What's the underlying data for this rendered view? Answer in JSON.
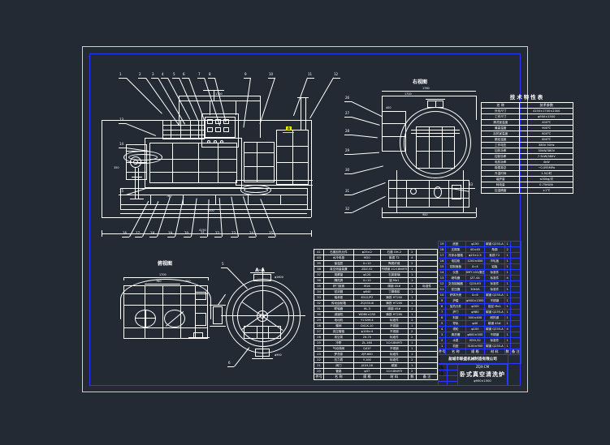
{
  "sheet": {
    "bg_color": "#232a33",
    "outer_border_color": "#e8e800",
    "inner_border_color": "#2b36ff",
    "line_color": "#ffffff"
  },
  "views": {
    "front": {
      "label": "",
      "dims": [
        "4150",
        "1700",
        "1100",
        "780",
        "700",
        "660",
        "350",
        "1500",
        "2100"
      ]
    },
    "right": {
      "label": "右视图",
      "dims": [
        "1700",
        "1760",
        "400",
        "900"
      ]
    },
    "top": {
      "label": "俯视图",
      "dims": [
        "1700",
        "760",
        "700"
      ]
    },
    "section": {
      "label": "A-A",
      "dims": [
        "φ1600",
        "φ900"
      ]
    }
  },
  "spec_table": {
    "title": "技术特性表",
    "headers": [
      "名  称",
      "技术参数"
    ],
    "rows": [
      [
        "外形尺寸",
        "4150×1700×2300"
      ],
      [
        "工作尺寸",
        "φ900×1500"
      ],
      [
        "清洗室温度",
        "400℃"
      ],
      [
        "最高温度",
        "900℃"
      ],
      [
        "加热室温度",
        "800℃"
      ],
      [
        "额定温度",
        "800℃"
      ],
      [
        "工作电压",
        "380V 50Hz"
      ],
      [
        "加热功率",
        "30kW/380V"
      ],
      [
        "控制功率",
        "7.5kW/380V"
      ],
      [
        "电机功率",
        "4kW"
      ],
      [
        "极限真空",
        "−0.095MPa"
      ],
      [
        "升温时间",
        "1.5小时"
      ],
      [
        "装炉量",
        "≤30kg/次"
      ],
      [
        "耗电量",
        "0.75kW/h"
      ],
      [
        "控温精度",
        "±1℃"
      ]
    ]
  },
  "bom": {
    "headers": [
      "件号",
      "名    称",
      "规    格",
      "材  料",
      "数",
      "备 注"
    ],
    "left_rows": [
      [
        "41",
        "石墨加热元件",
        "φ25×2",
        "石墨 GH-2",
        "2",
        ""
      ],
      [
        "40",
        "水冷电极",
        "M20",
        "紫铜 T2",
        "4",
        ""
      ],
      [
        "39",
        "保温层",
        "δ=10",
        "陶瓷纤维",
        "2",
        ""
      ],
      [
        "38",
        "真空测量装置",
        "ZDZ-52",
        "不锈钢 1Cr18Ni9Ti",
        "1",
        ""
      ],
      [
        "37",
        "观察窗",
        "φ120",
        "石英玻璃",
        "1",
        ""
      ],
      [
        "36",
        "隔热屏",
        "δ=10",
        "钼 Mo1",
        "1",
        ""
      ],
      [
        "35",
        "炉门锁紧",
        "M16",
        "碳钢 45#",
        "1",
        "标准件"
      ],
      [
        "34",
        "密封圈",
        "φ640",
        "丁腈橡胶",
        "1",
        ""
      ],
      [
        "33",
        "轴承座",
        "6312/P2",
        "铸铁 HT200",
        "1",
        ""
      ],
      [
        "32",
        "传动齿轮箱",
        "ZQ350-Ⅲ",
        "铸铁 HT200",
        "1",
        ""
      ],
      [
        "31",
        "联轴器",
        "HL-3",
        "碳钢 45#",
        "1",
        ""
      ],
      [
        "30",
        "减速机",
        "WD80×250",
        "铸铁 HT200",
        "1",
        ""
      ],
      [
        "29",
        "电动机",
        "Y132M-4",
        "标准件",
        "2",
        ""
      ],
      [
        "28",
        "蝶阀",
        "D41X-10",
        "不锈钢",
        "1",
        ""
      ],
      [
        "27",
        "真空管路",
        "φ108×4",
        "不锈钢",
        "2",
        ""
      ],
      [
        "26",
        "真空泵",
        "2X-70",
        "标准件",
        "2",
        ""
      ],
      [
        "25",
        "冷阱",
        "ZL-160",
        "1Cr18Ni9Ti",
        "1",
        ""
      ],
      [
        "24",
        "气动球阀",
        "Q41F",
        "不锈钢",
        "1",
        ""
      ],
      [
        "23",
        "罗茨泵",
        "ZJP-600",
        "标准件",
        "1",
        ""
      ],
      [
        "22",
        "压力表",
        "Y-100",
        "标准件",
        "2",
        ""
      ],
      [
        "21",
        "阀门",
        "J41H-16",
        "碳钢",
        "1",
        ""
      ],
      [
        "20",
        "管路",
        "φ57",
        "1Cr18Ni9Ti",
        "2",
        ""
      ]
    ],
    "right_rows": [
      [
        "19",
        "底座",
        "φ150",
        "碳钢 Q235-A",
        "1",
        ""
      ],
      [
        "18",
        "支撑架",
        "40×40",
        "角钢",
        "2",
        ""
      ],
      [
        "17",
        "冷却水管路",
        "φ25×2.5",
        "紫铜 T2",
        "1",
        ""
      ],
      [
        "16",
        "电控柜",
        "1200×800",
        "冷轧板",
        "1",
        ""
      ],
      [
        "15",
        "控制面板",
        "δ=4",
        "铝板",
        "1",
        ""
      ],
      [
        "14",
        "仪表",
        "XMT-102/数显",
        "标准件",
        "1",
        ""
      ],
      [
        "13",
        "继电器",
        "JZ7-44",
        "标准件",
        "4",
        ""
      ],
      [
        "12",
        "交流接触器",
        "CJ20-63",
        "标准件",
        "1",
        ""
      ],
      [
        "11",
        "变压器",
        "30kVA",
        "标准件",
        "1",
        ""
      ],
      [
        "10",
        "炉体外壳",
        "δ=6",
        "碳钢 Q235-A",
        "1",
        ""
      ],
      [
        "9",
        "炉膛",
        "φ900×1500",
        "不锈钢",
        "1",
        ""
      ],
      [
        "8",
        "加热元件",
        "φ200",
        "钼丝 Mo1",
        "1",
        ""
      ],
      [
        "7",
        "炉门",
        "φ980",
        "碳钢 Q235-A",
        "1",
        ""
      ],
      [
        "6",
        "料架",
        "500×400",
        "耐热钢",
        "1",
        ""
      ],
      [
        "5",
        "导轨",
        "φ40",
        "碳钢 45#",
        "1",
        ""
      ],
      [
        "4",
        "滚轮",
        "φ100",
        "碳钢 Q235-A",
        "4",
        ""
      ],
      [
        "3",
        "清洗槽",
        "φ800×500",
        "不锈钢",
        "1",
        ""
      ],
      [
        "2",
        "水泵",
        "IS50-32",
        "标准件",
        "1",
        ""
      ],
      [
        "1",
        "机座",
        "3100×900",
        "碳钢 Q235-A",
        "1",
        ""
      ]
    ]
  },
  "title_block": {
    "company": "盐城市联盛机械制造有限公司",
    "drawing_code": "ZQX-CM",
    "drawing_name": "卧式真空清洗炉",
    "drawing_spec": "φ900×1500",
    "rows": [
      [
        "设计",
        ""
      ],
      [
        "审核",
        ""
      ],
      [
        "工艺",
        ""
      ],
      [
        "批准",
        ""
      ]
    ],
    "side_labels": [
      "共 1 张",
      "第 1 张"
    ],
    "scale_label": "比例"
  },
  "balloons_top": [
    "1",
    "2",
    "3",
    "4",
    "5",
    "6",
    "7",
    "8",
    "9",
    "10",
    "11",
    "12"
  ],
  "balloons_left": [
    "13",
    "14",
    "15"
  ],
  "balloons_bottom": [
    "16",
    "17",
    "18",
    "19",
    "20",
    "21",
    "22",
    "23",
    "24",
    "25"
  ],
  "balloons_right": [
    "26",
    "27",
    "28",
    "29",
    "30",
    "31",
    "32",
    "33"
  ],
  "highlight": {
    "text": "A",
    "color": "#e8e800"
  }
}
